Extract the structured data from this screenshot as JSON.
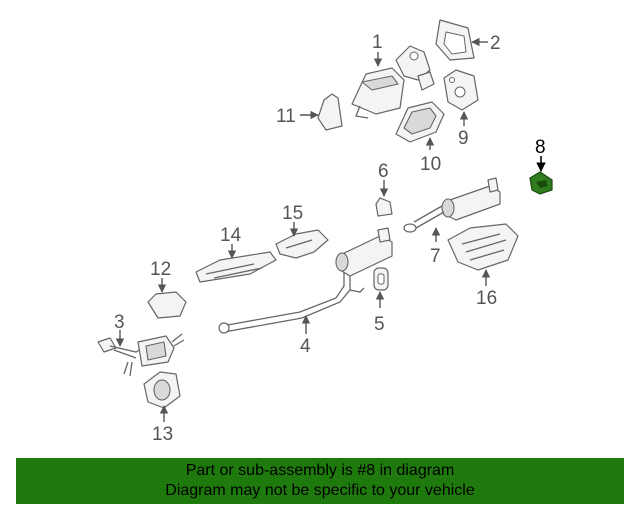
{
  "diagram": {
    "callouts": {
      "c1": "1",
      "c2": "2",
      "c3": "3",
      "c4": "4",
      "c5": "5",
      "c6": "6",
      "c7": "7",
      "c8": "8",
      "c9": "9",
      "c10": "10",
      "c11": "11",
      "c12": "12",
      "c13": "13",
      "c14": "14",
      "c15": "15",
      "c16": "16"
    },
    "highlighted_callout": "8",
    "highlight_color": "#2f7d1e"
  },
  "banner": {
    "line1": "Part or sub-assembly is #8 in diagram",
    "line2": "Diagram may not be specific to your vehicle",
    "background": "#1e7a0c"
  }
}
